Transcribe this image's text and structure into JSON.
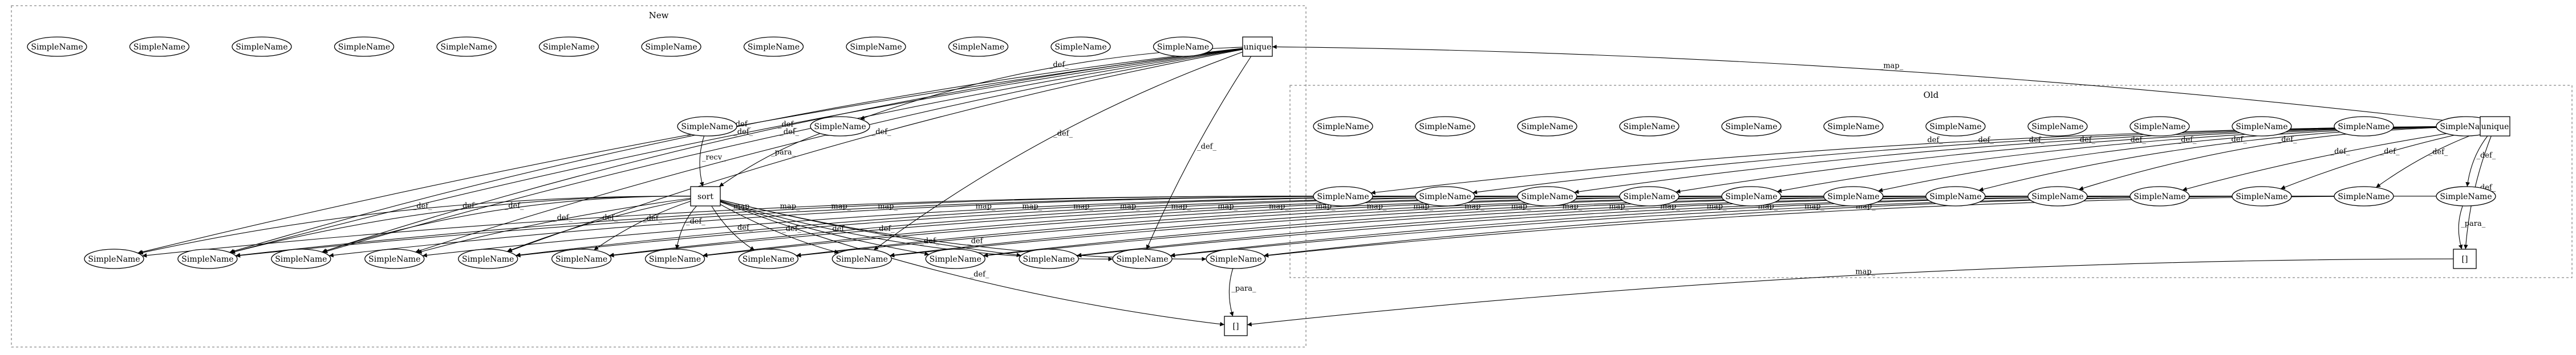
{
  "colors": {
    "background": "#ffffff",
    "stroke": "#000000",
    "cluster_border": "#888888"
  },
  "clusters": [
    {
      "id": "new",
      "label": "New"
    },
    {
      "id": "old",
      "label": "Old"
    }
  ],
  "nodes": [
    {
      "id": "n_a1",
      "label": "SimpleName",
      "shape": "ellipse"
    },
    {
      "id": "n_a2",
      "label": "SimpleName",
      "shape": "ellipse"
    },
    {
      "id": "n_a3",
      "label": "SimpleName",
      "shape": "ellipse"
    },
    {
      "id": "n_a4",
      "label": "SimpleName",
      "shape": "ellipse"
    },
    {
      "id": "n_a5",
      "label": "SimpleName",
      "shape": "ellipse"
    },
    {
      "id": "n_a6",
      "label": "SimpleName",
      "shape": "ellipse"
    },
    {
      "id": "n_a7",
      "label": "SimpleName",
      "shape": "ellipse"
    },
    {
      "id": "n_a8",
      "label": "SimpleName",
      "shape": "ellipse"
    },
    {
      "id": "n_a9",
      "label": "SimpleName",
      "shape": "ellipse"
    },
    {
      "id": "n_a10",
      "label": "SimpleName",
      "shape": "ellipse"
    },
    {
      "id": "n_a11",
      "label": "SimpleName",
      "shape": "ellipse"
    },
    {
      "id": "n_a12",
      "label": "SimpleName",
      "shape": "ellipse"
    },
    {
      "id": "n_unique",
      "label": "unique",
      "shape": "box"
    },
    {
      "id": "n_recv",
      "label": "SimpleName",
      "shape": "ellipse"
    },
    {
      "id": "n_para",
      "label": "SimpleName",
      "shape": "ellipse"
    },
    {
      "id": "n_sort",
      "label": "sort",
      "shape": "box"
    },
    {
      "id": "n_b1",
      "label": "SimpleName",
      "shape": "ellipse"
    },
    {
      "id": "n_b2",
      "label": "SimpleName",
      "shape": "ellipse"
    },
    {
      "id": "n_b3",
      "label": "SimpleName",
      "shape": "ellipse"
    },
    {
      "id": "n_b4",
      "label": "SimpleName",
      "shape": "ellipse"
    },
    {
      "id": "n_b5",
      "label": "SimpleName",
      "shape": "ellipse"
    },
    {
      "id": "n_b6",
      "label": "SimpleName",
      "shape": "ellipse"
    },
    {
      "id": "n_b7",
      "label": "SimpleName",
      "shape": "ellipse"
    },
    {
      "id": "n_b8",
      "label": "SimpleName",
      "shape": "ellipse"
    },
    {
      "id": "n_b9",
      "label": "SimpleName",
      "shape": "ellipse"
    },
    {
      "id": "n_b10",
      "label": "SimpleName",
      "shape": "ellipse"
    },
    {
      "id": "n_b11",
      "label": "SimpleName",
      "shape": "ellipse"
    },
    {
      "id": "n_b12",
      "label": "SimpleName",
      "shape": "ellipse"
    },
    {
      "id": "n_b13",
      "label": "SimpleName",
      "shape": "ellipse"
    },
    {
      "id": "n_arr_new",
      "label": "[]",
      "shape": "box"
    },
    {
      "id": "o_c1",
      "label": "SimpleName",
      "shape": "ellipse"
    },
    {
      "id": "o_c2",
      "label": "SimpleName",
      "shape": "ellipse"
    },
    {
      "id": "o_c3",
      "label": "SimpleName",
      "shape": "ellipse"
    },
    {
      "id": "o_c4",
      "label": "SimpleName",
      "shape": "ellipse"
    },
    {
      "id": "o_c5",
      "label": "SimpleName",
      "shape": "ellipse"
    },
    {
      "id": "o_c6",
      "label": "SimpleName",
      "shape": "ellipse"
    },
    {
      "id": "o_c7",
      "label": "SimpleName",
      "shape": "ellipse"
    },
    {
      "id": "o_c8",
      "label": "SimpleName",
      "shape": "ellipse"
    },
    {
      "id": "o_c9",
      "label": "SimpleName",
      "shape": "ellipse"
    },
    {
      "id": "o_c10",
      "label": "SimpleName",
      "shape": "ellipse"
    },
    {
      "id": "o_c11",
      "label": "SimpleName",
      "shape": "ellipse"
    },
    {
      "id": "o_c12",
      "label": "SimpleName",
      "shape": "ellipse"
    },
    {
      "id": "o_unique",
      "label": "unique",
      "shape": "box"
    },
    {
      "id": "o_d1",
      "label": "SimpleName",
      "shape": "ellipse"
    },
    {
      "id": "o_d2",
      "label": "SimpleName",
      "shape": "ellipse"
    },
    {
      "id": "o_d3",
      "label": "SimpleName",
      "shape": "ellipse"
    },
    {
      "id": "o_d4",
      "label": "SimpleName",
      "shape": "ellipse"
    },
    {
      "id": "o_d5",
      "label": "SimpleName",
      "shape": "ellipse"
    },
    {
      "id": "o_d6",
      "label": "SimpleName",
      "shape": "ellipse"
    },
    {
      "id": "o_d7",
      "label": "SimpleName",
      "shape": "ellipse"
    },
    {
      "id": "o_d8",
      "label": "SimpleName",
      "shape": "ellipse"
    },
    {
      "id": "o_d9",
      "label": "SimpleName",
      "shape": "ellipse"
    },
    {
      "id": "o_d10",
      "label": "SimpleName",
      "shape": "ellipse"
    },
    {
      "id": "o_d11",
      "label": "SimpleName",
      "shape": "ellipse"
    },
    {
      "id": "o_d12",
      "label": "SimpleName",
      "shape": "ellipse"
    },
    {
      "id": "o_arr",
      "label": "[]",
      "shape": "box"
    }
  ],
  "edges": [
    {
      "from": "o_unique",
      "to": "n_unique",
      "label": "_map_"
    },
    {
      "from": "o_arr",
      "to": "n_arr_new",
      "label": "_map_"
    },
    {
      "from": "n_unique",
      "to": "n_para",
      "label": "_def_"
    },
    {
      "from": "n_unique",
      "to": "n_b1",
      "label": "_def_"
    },
    {
      "from": "n_unique",
      "to": "n_b2",
      "label": "_def_"
    },
    {
      "from": "n_unique",
      "to": "n_b2",
      "label": "_def_"
    },
    {
      "from": "n_unique",
      "to": "n_b3",
      "label": "_def_"
    },
    {
      "from": "n_unique",
      "to": "n_b3",
      "label": "_def_"
    },
    {
      "from": "n_unique",
      "to": "n_b4",
      "label": "_def_"
    },
    {
      "from": "n_unique",
      "to": "n_b5",
      "label": "_def_"
    },
    {
      "from": "n_unique",
      "to": "n_b9",
      "label": "_def_"
    },
    {
      "from": "n_unique",
      "to": "n_b12",
      "label": "_def_"
    },
    {
      "from": "n_recv",
      "to": "n_sort",
      "label": "_recv_"
    },
    {
      "from": "n_para",
      "to": "n_sort",
      "label": "_para_"
    },
    {
      "from": "n_sort",
      "to": "n_b1",
      "label": "_def_"
    },
    {
      "from": "n_sort",
      "to": "n_b2",
      "label": "_def_"
    },
    {
      "from": "n_sort",
      "to": "n_b3",
      "label": "_def_"
    },
    {
      "from": "n_sort",
      "to": "n_b4",
      "label": "_def_"
    },
    {
      "from": "n_sort",
      "to": "n_b5",
      "label": "_def_"
    },
    {
      "from": "n_sort",
      "to": "n_b6",
      "label": "_def_"
    },
    {
      "from": "n_sort",
      "to": "n_b7",
      "label": "_def_"
    },
    {
      "from": "n_sort",
      "to": "n_b8",
      "label": "_def_"
    },
    {
      "from": "n_sort",
      "to": "n_b9",
      "label": "_def_"
    },
    {
      "from": "n_sort",
      "to": "n_b10",
      "label": "_def_"
    },
    {
      "from": "n_sort",
      "to": "n_b11",
      "label": "_def_"
    },
    {
      "from": "n_sort",
      "to": "n_b12",
      "label": "_def_"
    },
    {
      "from": "n_sort",
      "to": "n_b13",
      "label": "_def_"
    },
    {
      "from": "n_sort",
      "to": "n_arr_new",
      "label": "_def_"
    },
    {
      "from": "n_b13",
      "to": "n_arr_new",
      "label": "_para_"
    },
    {
      "from": "o_unique",
      "to": "o_d1",
      "label": "_def_"
    },
    {
      "from": "o_unique",
      "to": "o_d2",
      "label": "_def_"
    },
    {
      "from": "o_unique",
      "to": "o_d3",
      "label": "_def_"
    },
    {
      "from": "o_unique",
      "to": "o_d4",
      "label": "_def_"
    },
    {
      "from": "o_unique",
      "to": "o_d5",
      "label": "_def_"
    },
    {
      "from": "o_unique",
      "to": "o_d6",
      "label": "_def_"
    },
    {
      "from": "o_unique",
      "to": "o_d7",
      "label": "_def_"
    },
    {
      "from": "o_unique",
      "to": "o_d8",
      "label": "_def_"
    },
    {
      "from": "o_unique",
      "to": "o_d9",
      "label": "_def_"
    },
    {
      "from": "o_unique",
      "to": "o_d10",
      "label": "_def_"
    },
    {
      "from": "o_unique",
      "to": "o_d11",
      "label": "_def_"
    },
    {
      "from": "o_unique",
      "to": "o_d12",
      "label": "_def_"
    },
    {
      "from": "o_unique",
      "to": "o_arr",
      "label": "_def_"
    },
    {
      "from": "o_d12",
      "to": "o_arr",
      "label": "_para_"
    },
    {
      "from": "o_d1",
      "to": "n_b1",
      "label": "_map_"
    },
    {
      "from": "o_d1",
      "to": "n_b2",
      "label": "_map_"
    },
    {
      "from": "o_d2",
      "to": "n_b2",
      "label": "_map_"
    },
    {
      "from": "o_d2",
      "to": "n_b3",
      "label": "_map_"
    },
    {
      "from": "o_d3",
      "to": "n_b4",
      "label": "_map_"
    },
    {
      "from": "o_d3",
      "to": "n_b5",
      "label": "_map_"
    },
    {
      "from": "o_d4",
      "to": "n_b5",
      "label": "_map_"
    },
    {
      "from": "o_d4",
      "to": "n_b6",
      "label": "_map_"
    },
    {
      "from": "o_d5",
      "to": "n_b6",
      "label": "_map_"
    },
    {
      "from": "o_d5",
      "to": "n_b7",
      "label": "_map_"
    },
    {
      "from": "o_d6",
      "to": "n_b7",
      "label": "_map_"
    },
    {
      "from": "o_d6",
      "to": "n_b8",
      "label": "_map_"
    },
    {
      "from": "o_d7",
      "to": "n_b8",
      "label": "_map_"
    },
    {
      "from": "o_d7",
      "to": "n_b9",
      "label": "_map_"
    },
    {
      "from": "o_d8",
      "to": "n_b9",
      "label": "_map_"
    },
    {
      "from": "o_d8",
      "to": "n_b10",
      "label": "_map_"
    },
    {
      "from": "o_d9",
      "to": "n_b10",
      "label": "_map_"
    },
    {
      "from": "o_d9",
      "to": "n_b11",
      "label": "_map_"
    },
    {
      "from": "o_d10",
      "to": "n_b11",
      "label": "_map_"
    },
    {
      "from": "o_d10",
      "to": "n_b12",
      "label": "_map_"
    },
    {
      "from": "o_d11",
      "to": "n_b12",
      "label": "_map_"
    },
    {
      "from": "o_d11",
      "to": "n_b13",
      "label": "_map_"
    },
    {
      "from": "o_d12",
      "to": "n_b13",
      "label": "_map_"
    }
  ]
}
